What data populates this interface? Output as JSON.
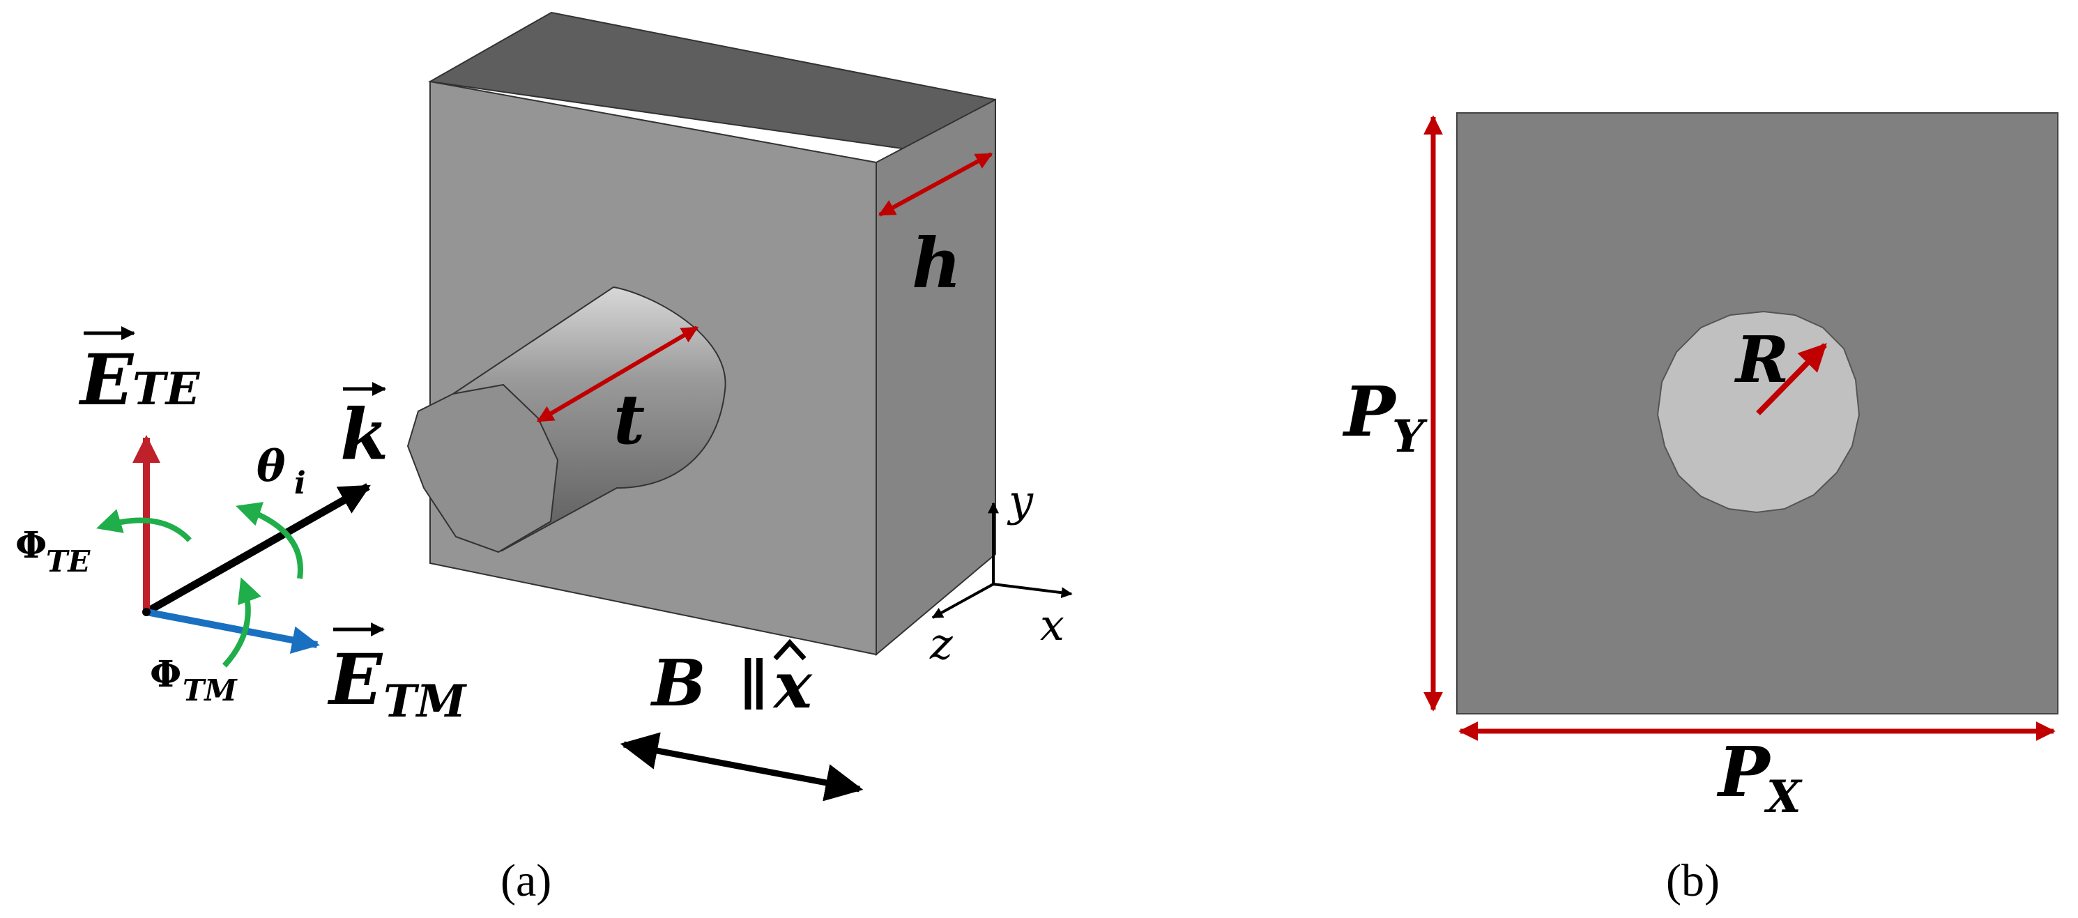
{
  "panel_a": {
    "caption": "(a)",
    "labels": {
      "E_TE": {
        "main": "E",
        "sub": "TE"
      },
      "E_TM": {
        "main": "E",
        "sub": "TM"
      },
      "k": "k",
      "theta": {
        "main": "θ",
        "sub": "i"
      },
      "phi_TE": {
        "main": "Φ",
        "sub": "TE"
      },
      "phi_TM": {
        "main": "Φ",
        "sub": "TM"
      },
      "h": "h",
      "t": "t",
      "B_field": {
        "b": "B",
        "sep": "∥",
        "x": "x"
      },
      "axis_x": "x",
      "axis_y": "y",
      "axis_z": "z"
    }
  },
  "panel_b": {
    "caption": "(b)",
    "labels": {
      "R": "R",
      "P_Y": {
        "main": "P",
        "sub": "Y"
      },
      "P_X": {
        "main": "P",
        "sub": "X"
      }
    }
  },
  "colors": {
    "dimension_red": "#c00000",
    "te_red": "#c0202a",
    "tm_blue": "#1a70c0",
    "rotation_green": "#1fae4a",
    "slab_front": "#959595",
    "slab_top": "#5e5e5e",
    "slab_side": "#858585",
    "cell_dark": "#808080",
    "hole_light": "#c0c0c0"
  }
}
